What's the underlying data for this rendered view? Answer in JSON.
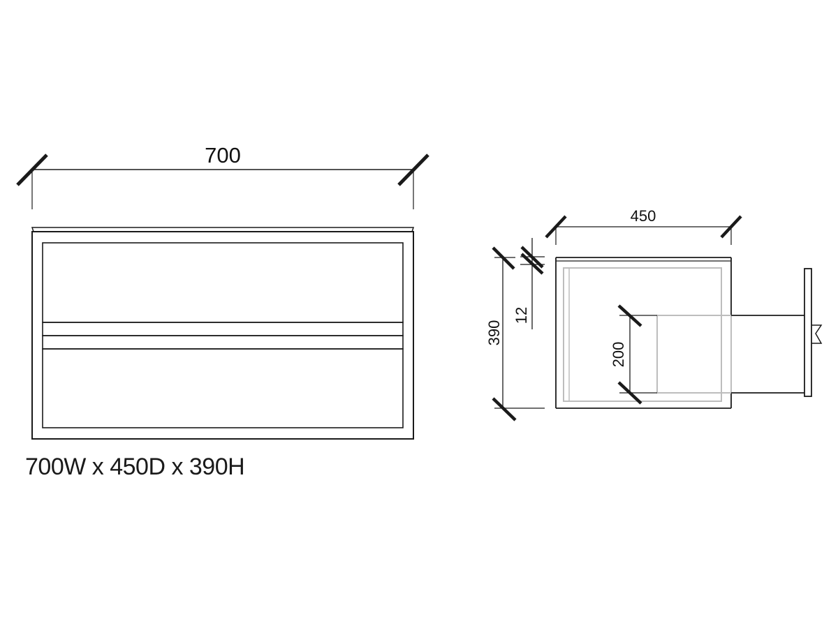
{
  "front_view": {
    "width_dimension": "700"
  },
  "side_view": {
    "depth_dimension": "450",
    "height_dimension": "390",
    "top_thickness_dimension": "12",
    "drawer_front_dimension": "200"
  },
  "caption": "700W x 450D x 390H",
  "colors": {
    "line": "#1a1a1a",
    "hidden_line": "#bdbdbd",
    "background": "#ffffff"
  }
}
